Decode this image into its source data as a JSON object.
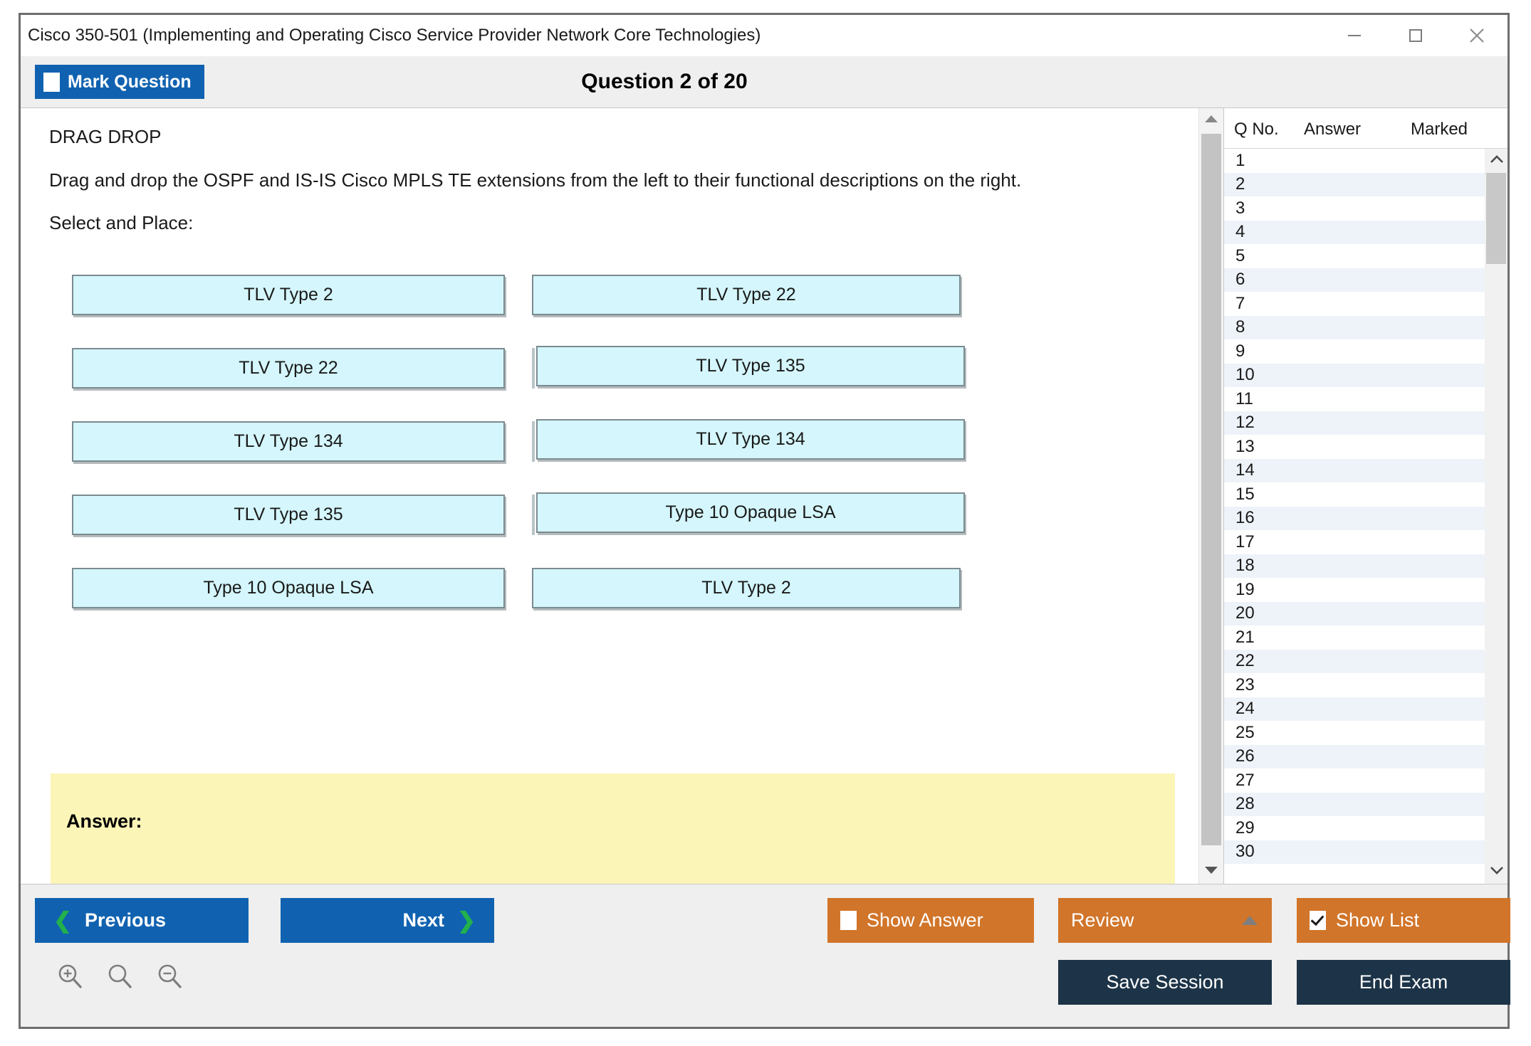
{
  "window": {
    "title": "Cisco 350-501 (Implementing and Operating Cisco Service Provider Network Core Technologies)",
    "controls": {
      "minimize": "minimize-icon",
      "maximize": "maximize-icon",
      "close": "close-icon"
    }
  },
  "toolbar": {
    "mark_question_label": "Mark Question",
    "mark_question_checked": false,
    "question_counter": "Question 2 of 20"
  },
  "question": {
    "type_label": "DRAG DROP",
    "prompt": "Drag and drop the OSPF and IS-IS Cisco MPLS TE extensions from the left to their functional descriptions on the right.",
    "instruction": "Select and Place:",
    "answer_label": "Answer:",
    "drag_items_left": [
      "TLV Type 2",
      "TLV Type 22",
      "TLV Type 134",
      "TLV Type 135",
      "Type 10 Opaque LSA"
    ],
    "drop_items_right": [
      "TLV Type 22",
      "TLV Type 135",
      "TLV Type 134",
      "Type 10 Opaque LSA",
      "TLV Type 2"
    ]
  },
  "list_panel": {
    "columns": [
      "Q No.",
      "Answer",
      "Marked"
    ],
    "rows": [
      {
        "no": "1",
        "answer": "",
        "marked": ""
      },
      {
        "no": "2",
        "answer": "",
        "marked": ""
      },
      {
        "no": "3",
        "answer": "",
        "marked": ""
      },
      {
        "no": "4",
        "answer": "",
        "marked": ""
      },
      {
        "no": "5",
        "answer": "",
        "marked": ""
      },
      {
        "no": "6",
        "answer": "",
        "marked": ""
      },
      {
        "no": "7",
        "answer": "",
        "marked": ""
      },
      {
        "no": "8",
        "answer": "",
        "marked": ""
      },
      {
        "no": "9",
        "answer": "",
        "marked": ""
      },
      {
        "no": "10",
        "answer": "",
        "marked": ""
      },
      {
        "no": "11",
        "answer": "",
        "marked": ""
      },
      {
        "no": "12",
        "answer": "",
        "marked": ""
      },
      {
        "no": "13",
        "answer": "",
        "marked": ""
      },
      {
        "no": "14",
        "answer": "",
        "marked": ""
      },
      {
        "no": "15",
        "answer": "",
        "marked": ""
      },
      {
        "no": "16",
        "answer": "",
        "marked": ""
      },
      {
        "no": "17",
        "answer": "",
        "marked": ""
      },
      {
        "no": "18",
        "answer": "",
        "marked": ""
      },
      {
        "no": "19",
        "answer": "",
        "marked": ""
      },
      {
        "no": "20",
        "answer": "",
        "marked": ""
      },
      {
        "no": "21",
        "answer": "",
        "marked": ""
      },
      {
        "no": "22",
        "answer": "",
        "marked": ""
      },
      {
        "no": "23",
        "answer": "",
        "marked": ""
      },
      {
        "no": "24",
        "answer": "",
        "marked": ""
      },
      {
        "no": "25",
        "answer": "",
        "marked": ""
      },
      {
        "no": "26",
        "answer": "",
        "marked": ""
      },
      {
        "no": "27",
        "answer": "",
        "marked": ""
      },
      {
        "no": "28",
        "answer": "",
        "marked": ""
      },
      {
        "no": "29",
        "answer": "",
        "marked": ""
      },
      {
        "no": "30",
        "answer": "",
        "marked": ""
      }
    ]
  },
  "footer": {
    "previous_label": "Previous",
    "next_label": "Next",
    "show_answer_label": "Show Answer",
    "show_answer_checked": false,
    "review_label": "Review",
    "show_list_label": "Show List",
    "show_list_checked": true,
    "save_session_label": "Save Session",
    "end_exam_label": "End Exam",
    "zoom_in_icon": "zoom-in-icon",
    "zoom_reset_icon": "zoom-reset-icon",
    "zoom_out_icon": "zoom-out-icon"
  },
  "colors": {
    "accent_blue": "#1062b0",
    "accent_orange": "#d1752a",
    "accent_navy": "#1d3448",
    "chevron_green": "#22b14c",
    "drag_box_fill": "#d4f6fc",
    "answer_strip": "#fcf5b8"
  }
}
